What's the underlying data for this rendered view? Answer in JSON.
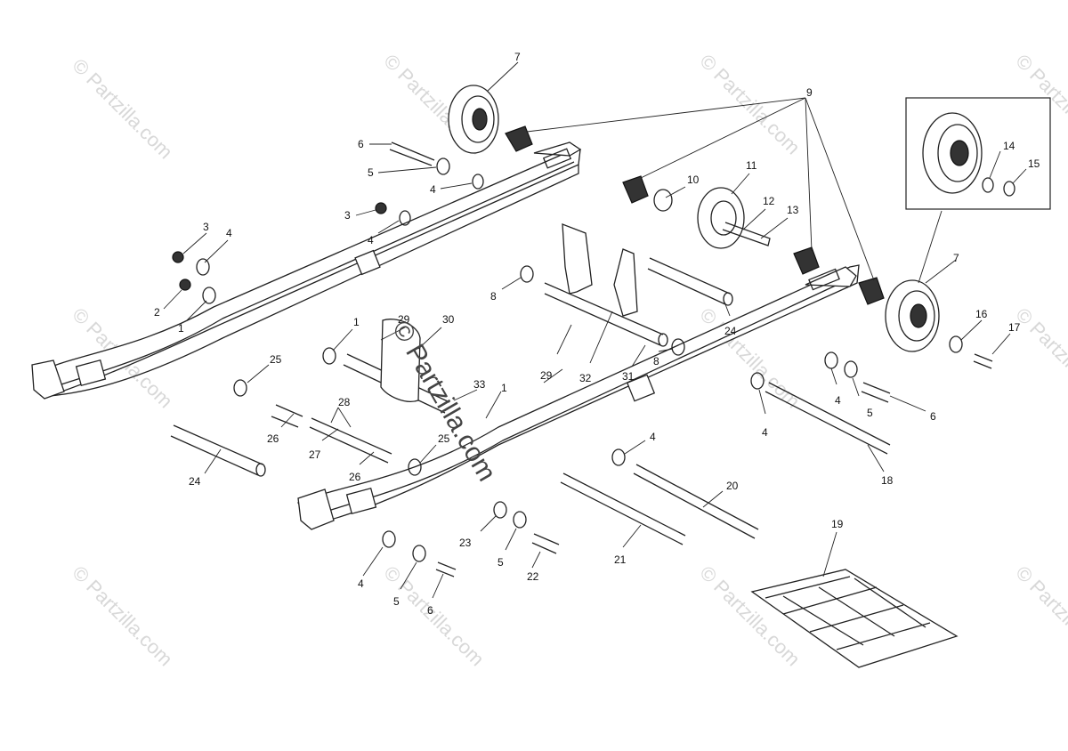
{
  "diagram": {
    "watermark": "© Partzilla.com",
    "callouts": [
      {
        "id": "c7a",
        "label": "7"
      },
      {
        "id": "c9",
        "label": "9"
      },
      {
        "id": "c6a",
        "label": "6"
      },
      {
        "id": "c5a",
        "label": "5"
      },
      {
        "id": "c4a",
        "label": "4"
      },
      {
        "id": "c3a",
        "label": "3"
      },
      {
        "id": "c4b",
        "label": "4"
      },
      {
        "id": "c3b",
        "label": "3"
      },
      {
        "id": "c4c",
        "label": "4"
      },
      {
        "id": "c2",
        "label": "2"
      },
      {
        "id": "c1a",
        "label": "1"
      },
      {
        "id": "c10",
        "label": "10"
      },
      {
        "id": "c11",
        "label": "11"
      },
      {
        "id": "c12",
        "label": "12"
      },
      {
        "id": "c13",
        "label": "13"
      },
      {
        "id": "c14",
        "label": "14"
      },
      {
        "id": "c15",
        "label": "15"
      },
      {
        "id": "c7b",
        "label": "7"
      },
      {
        "id": "c16",
        "label": "16"
      },
      {
        "id": "c17",
        "label": "17"
      },
      {
        "id": "c8a",
        "label": "8"
      },
      {
        "id": "c8b",
        "label": "8"
      },
      {
        "id": "c29a",
        "label": "29"
      },
      {
        "id": "c30",
        "label": "30"
      },
      {
        "id": "c1b",
        "label": "1"
      },
      {
        "id": "c25a",
        "label": "25"
      },
      {
        "id": "c29b",
        "label": "29"
      },
      {
        "id": "c32",
        "label": "32"
      },
      {
        "id": "c31",
        "label": "31"
      },
      {
        "id": "c24a",
        "label": "24"
      },
      {
        "id": "c33",
        "label": "33"
      },
      {
        "id": "c1c",
        "label": "1"
      },
      {
        "id": "c28",
        "label": "28"
      },
      {
        "id": "c26a",
        "label": "26"
      },
      {
        "id": "c27",
        "label": "27"
      },
      {
        "id": "c26b",
        "label": "26"
      },
      {
        "id": "c25b",
        "label": "25"
      },
      {
        "id": "c24b",
        "label": "24"
      },
      {
        "id": "c4d",
        "label": "4"
      },
      {
        "id": "c4e",
        "label": "4"
      },
      {
        "id": "c5b",
        "label": "5"
      },
      {
        "id": "c6b",
        "label": "6"
      },
      {
        "id": "c4f",
        "label": "4"
      },
      {
        "id": "c18",
        "label": "18"
      },
      {
        "id": "c20",
        "label": "20"
      },
      {
        "id": "c21",
        "label": "21"
      },
      {
        "id": "c23",
        "label": "23"
      },
      {
        "id": "c5c",
        "label": "5"
      },
      {
        "id": "c22",
        "label": "22"
      },
      {
        "id": "c4g",
        "label": "4"
      },
      {
        "id": "c5d",
        "label": "5"
      },
      {
        "id": "c6c",
        "label": "6"
      },
      {
        "id": "c19",
        "label": "19"
      }
    ]
  }
}
